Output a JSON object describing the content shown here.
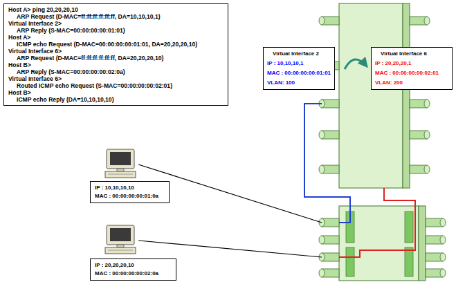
{
  "diagram": {
    "nodes": [
      {
        "text": [
          "Host A> ping 20,20,20,10",
          "ARP Request (D-MAC=ff:ff:ff:ff:ff:ff, DA=10,10,10,1)",
          "Virtual Interface 2>",
          "ARP Reply (S-MAC=00:00:00:00:01:01)",
          "Host A>",
          "ICMP echo Request (D-MAC=00:00:00:00:01:01, DA=20,20,20,10)",
          "Virtual Interface 6>",
          "ARP Request (D-MAC=ff:ff:ff:ff:ff:ff, DA=20,20,20,10)",
          "Host B>",
          "ARP Reply (S-MAC=00:00:00:00:02:0a)",
          "Virtual Interface 6>",
          "Routed ICMP echo Request (S-MAC=00:00:00:00:02:01)",
          "Host B>",
          "ICMP echo Reply (DA=10,10,10,10)"
        ]
      },
      {
        "text": [
          "Virtual Interface 2",
          "IP : 10,10,10,1",
          "MAC : 00:00:00:00:01:01",
          "VLAN: 100"
        ]
      },
      {
        "text": [
          "Virtual Interface 6",
          "IP : 20,20,20,1",
          "MAC : 00:00:00:00:02:01",
          "VLAN: 200"
        ]
      },
      {
        "text": [
          "IP : 10,10,10,10",
          "MAC : 00:00:00:00:01:0a"
        ]
      },
      {
        "text": [
          "IP : 20,20,20,10",
          "MAC : 00:00:00:00:02:0a"
        ]
      }
    ]
  }
}
